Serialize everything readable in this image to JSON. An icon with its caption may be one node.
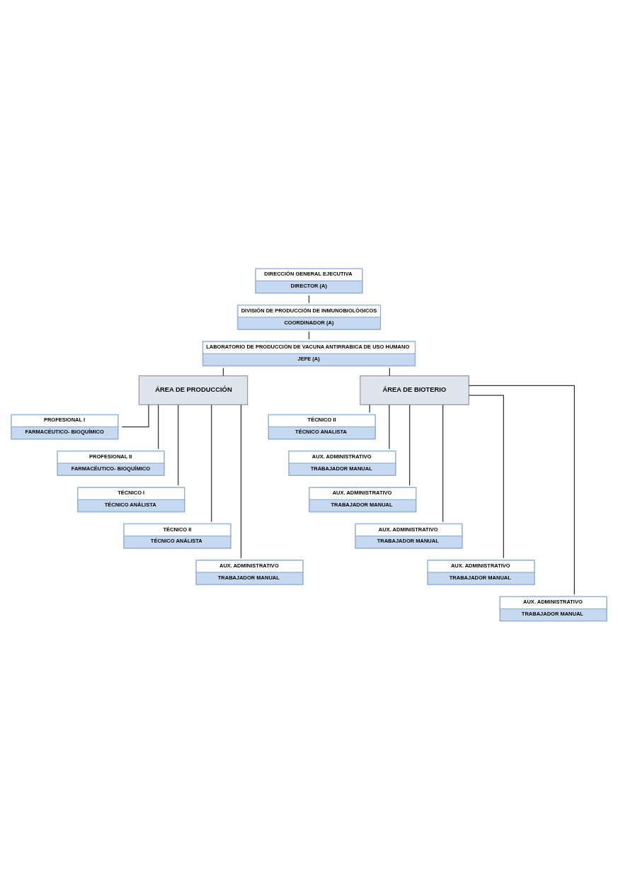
{
  "diagram": {
    "nodes": [
      {
        "text": [
          "DIRECCIÓN GENERAL EJECUTIVA",
          "DIRECTOR (A)"
        ]
      },
      {
        "text": [
          "DIVISIÓN DE PRODUCCIÓN DE INMUNOBIOLÓGICOS",
          "COORDINADOR (A)"
        ]
      },
      {
        "text": [
          "LABORATORIO DE PRODUCCIÓN DE VACUNA ANTIRRABICA DE USO HUMANO",
          "JEFE (A)"
        ]
      },
      {
        "text": [
          "ÁREA DE PRODUCCIÓN"
        ]
      },
      {
        "text": [
          "ÁREA DE BIOTERIO"
        ]
      },
      {
        "text": [
          "PROFESIONAL I",
          "FARMACÉUTICO- BIOQUÍMICO"
        ]
      },
      {
        "text": [
          "PROFESIONAL II",
          "FARMACÉUTICO- BIOQUÍMICO"
        ]
      },
      {
        "text": [
          "TÉCNICO I",
          "TÉCNICO ANÁLISTA"
        ]
      },
      {
        "text": [
          "TÉCNICO II",
          "TÉCNICO ANÁLISTA"
        ]
      },
      {
        "text": [
          "AUX. ADMINISTRATIVO",
          "TRABAJADOR MANUAL"
        ]
      },
      {
        "text": [
          "TÉCNICO II",
          "TÉCNICO ANALISTA"
        ]
      },
      {
        "text": [
          "AUX. ADMINISTRATIVO",
          "TRABAJADOR MANUAL"
        ]
      },
      {
        "text": [
          "AUX. ADMINISTRATIVO",
          "TRABAJADOR MANUAL"
        ]
      },
      {
        "text": [
          "AUX. ADMINISTRATIVO",
          "TRABAJADOR MANUAL"
        ]
      },
      {
        "text": [
          "AUX. ADMINISTRATIVO",
          "TRABAJADOR MANUAL"
        ]
      },
      {
        "text": [
          "AUX. ADMINISTRATIVO",
          "TRABAJADOR MANUAL"
        ]
      }
    ],
    "edges": [
      {
        "from": 0,
        "to": 1,
        "arrow": "none"
      },
      {
        "from": 1,
        "to": 2,
        "arrow": "none"
      },
      {
        "from": 2,
        "to": 3,
        "arrow": "none"
      },
      {
        "from": 2,
        "to": 4,
        "arrow": "none"
      },
      {
        "from": 3,
        "to": 5,
        "arrow": "none"
      },
      {
        "from": 3,
        "to": 6,
        "arrow": "none"
      },
      {
        "from": 3,
        "to": 7,
        "arrow": "none"
      },
      {
        "from": 3,
        "to": 8,
        "arrow": "none"
      },
      {
        "from": 3,
        "to": 9,
        "arrow": "none"
      },
      {
        "from": 4,
        "to": 10,
        "arrow": "none"
      },
      {
        "from": 4,
        "to": 11,
        "arrow": "none"
      },
      {
        "from": 4,
        "to": 12,
        "arrow": "none"
      },
      {
        "from": 4,
        "to": 13,
        "arrow": "none"
      },
      {
        "from": 4,
        "to": 14,
        "arrow": "none"
      },
      {
        "from": 4,
        "to": 15,
        "arrow": "none"
      }
    ]
  }
}
